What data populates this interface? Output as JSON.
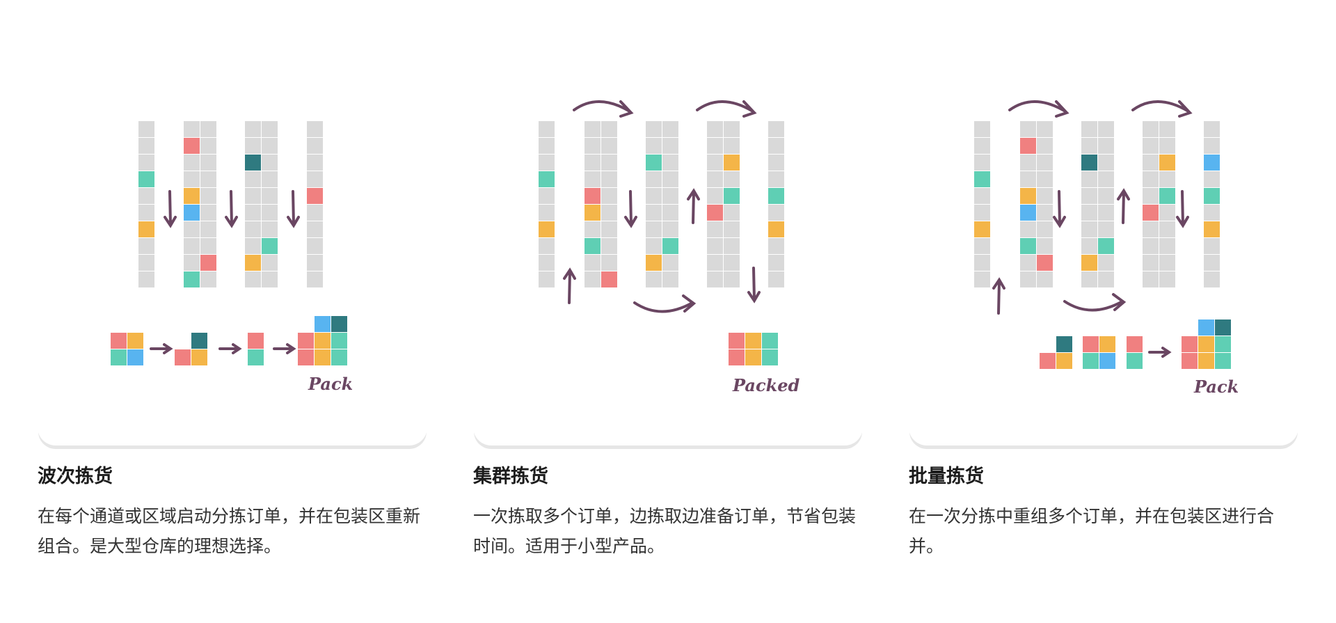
{
  "cards": [
    {
      "title": "波次拣货",
      "description": "在每个通道或区域启动分拣订单，并在包装区重新组合。是大型仓库的理想选择。",
      "pack_label": "Pack"
    },
    {
      "title": "集群拣货",
      "description": "一次拣取多个订单，边拣取边准备订单，节省包装时间。适用于小型产品。",
      "pack_label": "Packed"
    },
    {
      "title": "批量拣货",
      "description": "在一次分拣中重组多个订单，并在包装区进行合并。",
      "pack_label": "Pack"
    }
  ],
  "colors": {
    "shelf": "#d9d9d9",
    "red": "#f08080",
    "orange": "#f4b548",
    "teal": "#5fcfb4",
    "blue": "#58b4f0",
    "dark_teal": "#2f7a80",
    "arrow": "#6a4662"
  }
}
